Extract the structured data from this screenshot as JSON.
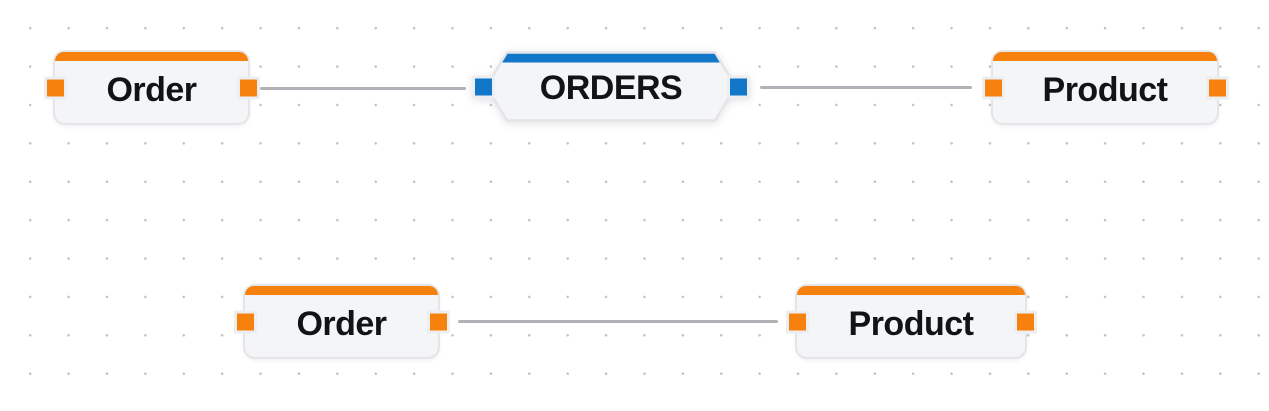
{
  "canvas": {
    "type": "node-editor-canvas",
    "background": "#ffffff",
    "dot_grid_color": "#c2c2c6"
  },
  "colors": {
    "entity_accent": "#f6820d",
    "junction_accent": "#1277c8",
    "node_background": "#f4f5f7",
    "node_border": "#e4e4e9",
    "edge": "#b1b1b7",
    "label_text": "#121316"
  },
  "nodes": [
    {
      "id": "order-top",
      "label": "Order",
      "shape": "rounded-rect",
      "accent": "#f6820d"
    },
    {
      "id": "orders-junction",
      "label": "ORDERS",
      "shape": "hexagon",
      "accent": "#1277c8"
    },
    {
      "id": "product-top",
      "label": "Product",
      "shape": "rounded-rect",
      "accent": "#f6820d"
    },
    {
      "id": "order-bottom",
      "label": "Order",
      "shape": "rounded-rect",
      "accent": "#f6820d"
    },
    {
      "id": "product-bottom",
      "label": "Product",
      "shape": "rounded-rect",
      "accent": "#f6820d"
    }
  ],
  "edges": [
    {
      "from": "order-top",
      "to": "orders-junction"
    },
    {
      "from": "orders-junction",
      "to": "product-top"
    },
    {
      "from": "order-bottom",
      "to": "product-bottom"
    }
  ]
}
